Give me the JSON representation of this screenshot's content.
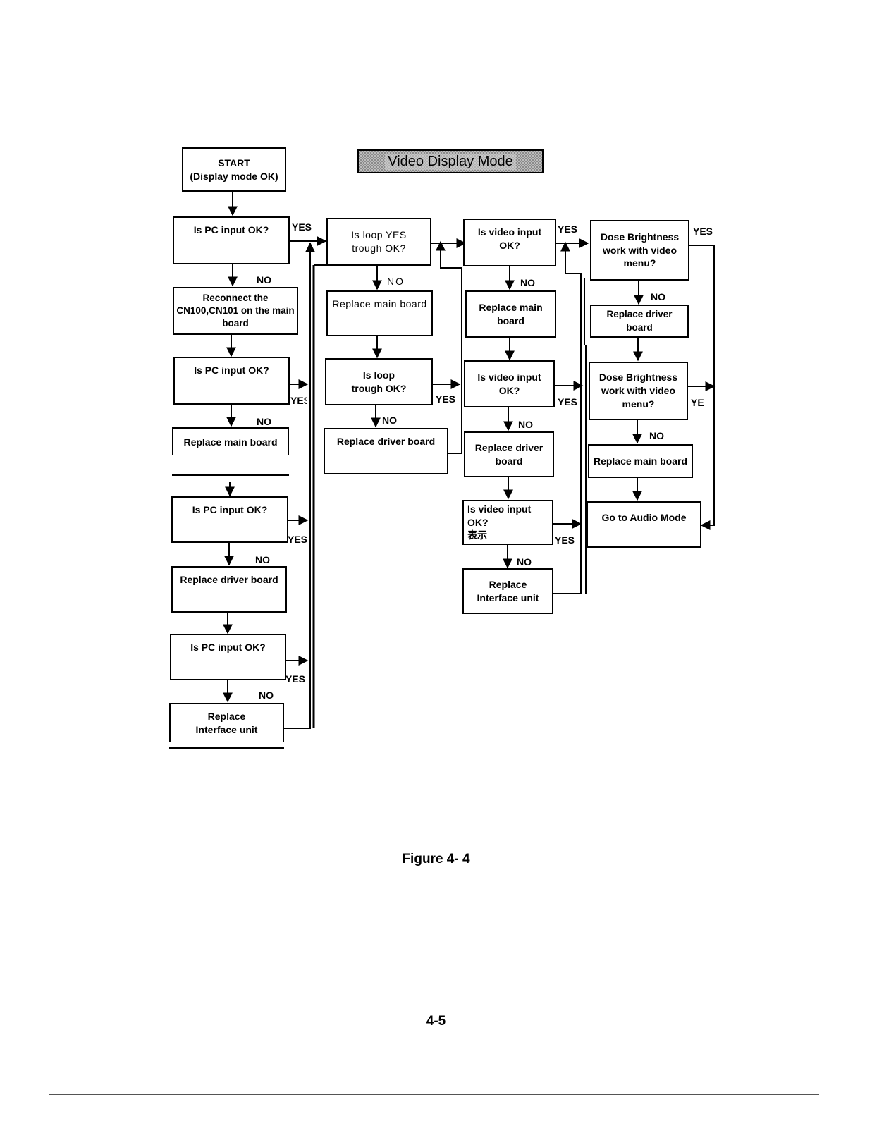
{
  "title": "Video Display Mode",
  "nodes": {
    "start": "START\n(Display mode OK)",
    "pc_check_1": "Is PC input OK?",
    "reconnect": "Reconnect the\nCN100,CN101 on the main\nboard",
    "pc_check_2": "Is PC input OK?",
    "replace_main_a": "Replace main board",
    "pc_check_3": "Is PC input OK?",
    "replace_driver_a": "Replace driver board",
    "pc_check_4": "Is PC input OK?",
    "replace_interface_a": "Replace\nInterface unit",
    "loop_check_1": "Is loop YES\ntrough OK?",
    "replace_main_b": "Replace main board",
    "loop_check_2": "Is loop\ntrough OK?",
    "replace_driver_b": "Replace driver board",
    "video_check_1": "Is video input OK?",
    "replace_main_c": "Replace main\nboard",
    "video_check_2": "Is video input OK?",
    "replace_driver_c": "Replace driver\nboard",
    "video_check_3": "Is video input OK?\n表示",
    "replace_interface_b": "Replace\nInterface unit",
    "brightness_check_1": "Dose Brightness\nwork with video\nmenu?",
    "replace_driver_d": "Replace driver board",
    "brightness_check_2": "Dose Brightness\nwork with video\nmenu?",
    "replace_main_d": "Replace main board",
    "audio_mode": "Go to Audio Mode"
  },
  "labels": {
    "yes": "YES",
    "no": "NO",
    "yes_cut": "YES",
    "ye_cut": "YE"
  },
  "figure_caption": "Figure 4- 4",
  "page_number": "4-5"
}
